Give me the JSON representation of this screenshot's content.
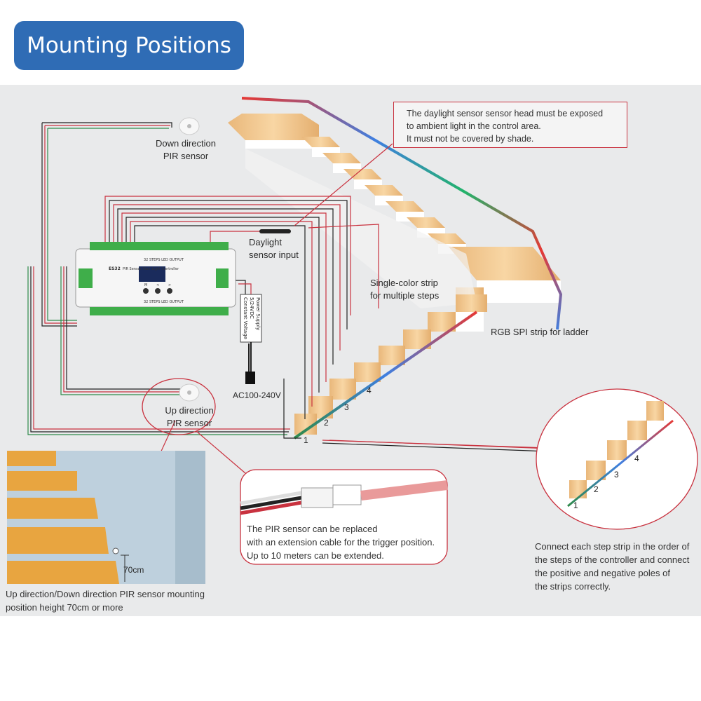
{
  "title": "Mounting Positions",
  "labels": {
    "down_pir": "Down direction\nPIR sensor",
    "daylight": "Daylight\nsensor input",
    "up_pir": "Up direction\nPIR sensor",
    "single_color": "Single-color strip\nfor multiple steps",
    "rgb_spi": "RGB SPI strip for ladder",
    "ac": "AC100-240V",
    "height": "70cm"
  },
  "notes": {
    "daylight_note": "The daylight sensor sensor head must be exposed\nto ambient light in the control area.\nIt must not be covered by shade.",
    "pir_cable_note": "The PIR sensor can be replaced\nwith an extension cable for the trigger position.\nUp to 10 meters can be extended.",
    "mounting_note": "Up direction/Down direction PIR sensor mounting\nposition height 70cm or more",
    "connect_note": "Connect each step strip in the order of\nthe steps of the controller and connect\nthe positive and negative poles of\nthe strips correctly."
  },
  "step_numbers": [
    "1",
    "2",
    "3",
    "4"
  ],
  "controller": {
    "model": "ES32",
    "name": "PIR Sensor Stair Light Controller",
    "buttons": [
      "M",
      "<",
      ">"
    ],
    "top_label": "32 STEPS LED OUTPUT",
    "bottom_label": "32 STEPS LED OUTPUT"
  },
  "psu": {
    "line1": "Power Supply",
    "line2": "5/24VDC",
    "line3": "Constant Voltage"
  },
  "colors": {
    "badge": "#2f6cb5",
    "callout": "#c9323f",
    "wood": "#f1c98e",
    "terminal": "#3fae4a"
  }
}
